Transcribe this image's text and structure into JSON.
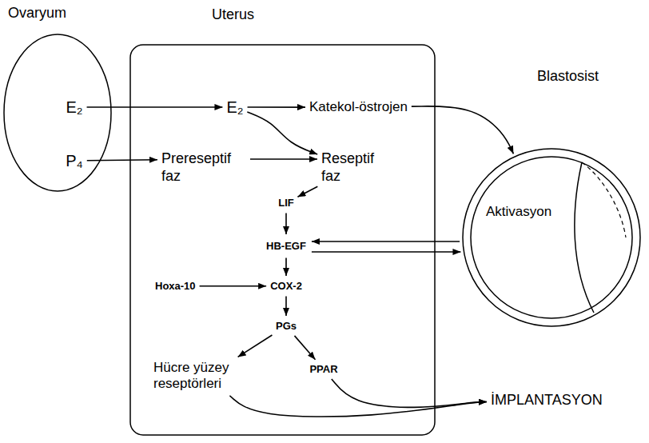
{
  "diagram": {
    "nodes": [
      {
        "text": [
          "Ovaryum"
        ]
      },
      {
        "text": [
          "E₂"
        ],
        "in": 0
      },
      {
        "text": [
          "P₄"
        ],
        "in": 0
      },
      {
        "text": [
          "Uterus"
        ]
      },
      {
        "text": [
          "E₂"
        ],
        "in": 3
      },
      {
        "text": [
          "Katekol-östrojen"
        ],
        "in": 3
      },
      {
        "text": [
          "Prereseptif faz"
        ],
        "in": 3
      },
      {
        "text": [
          "Reseptif faz"
        ],
        "in": 3
      },
      {
        "text": [
          "LIF"
        ],
        "in": 3
      },
      {
        "text": [
          "HB-EGF"
        ],
        "in": 3
      },
      {
        "text": [
          "Hoxa-10"
        ],
        "in": 3
      },
      {
        "text": [
          "COX-2"
        ],
        "in": 3
      },
      {
        "text": [
          "PGs"
        ],
        "in": 3
      },
      {
        "text": [
          "Hücre yüzey reseptörleri"
        ],
        "in": 3
      },
      {
        "text": [
          "PPAR"
        ],
        "in": 3
      },
      {
        "text": [
          "Blastosist",
          "Aktivasyon"
        ]
      },
      {
        "text": [
          "İMPLANTASYON"
        ]
      }
    ],
    "edges": [
      {
        "from": 1,
        "to": 4,
        "arrow": "to"
      },
      {
        "from": 2,
        "to": 6,
        "arrow": "to"
      },
      {
        "from": 4,
        "to": 5,
        "arrow": "to"
      },
      {
        "from": 4,
        "to": 7,
        "arrow": "to"
      },
      {
        "from": 6,
        "to": 7,
        "arrow": "to"
      },
      {
        "from": 7,
        "to": 8,
        "arrow": "to"
      },
      {
        "from": 8,
        "to": 9,
        "arrow": "to"
      },
      {
        "from": 9,
        "to": 11,
        "arrow": "to"
      },
      {
        "from": 10,
        "to": 11,
        "arrow": "to"
      },
      {
        "from": 11,
        "to": 12,
        "arrow": "to"
      },
      {
        "from": 12,
        "to": 13,
        "arrow": "to"
      },
      {
        "from": 12,
        "to": 14,
        "arrow": "to"
      },
      {
        "from": 5,
        "to": 15,
        "arrow": "to"
      },
      {
        "from": 9,
        "to": 15,
        "arrow": "to"
      },
      {
        "from": 15,
        "to": 9,
        "arrow": "to"
      },
      {
        "from": 13,
        "to": 16,
        "arrow": "to"
      },
      {
        "from": 14,
        "to": 16,
        "arrow": "to"
      }
    ]
  }
}
